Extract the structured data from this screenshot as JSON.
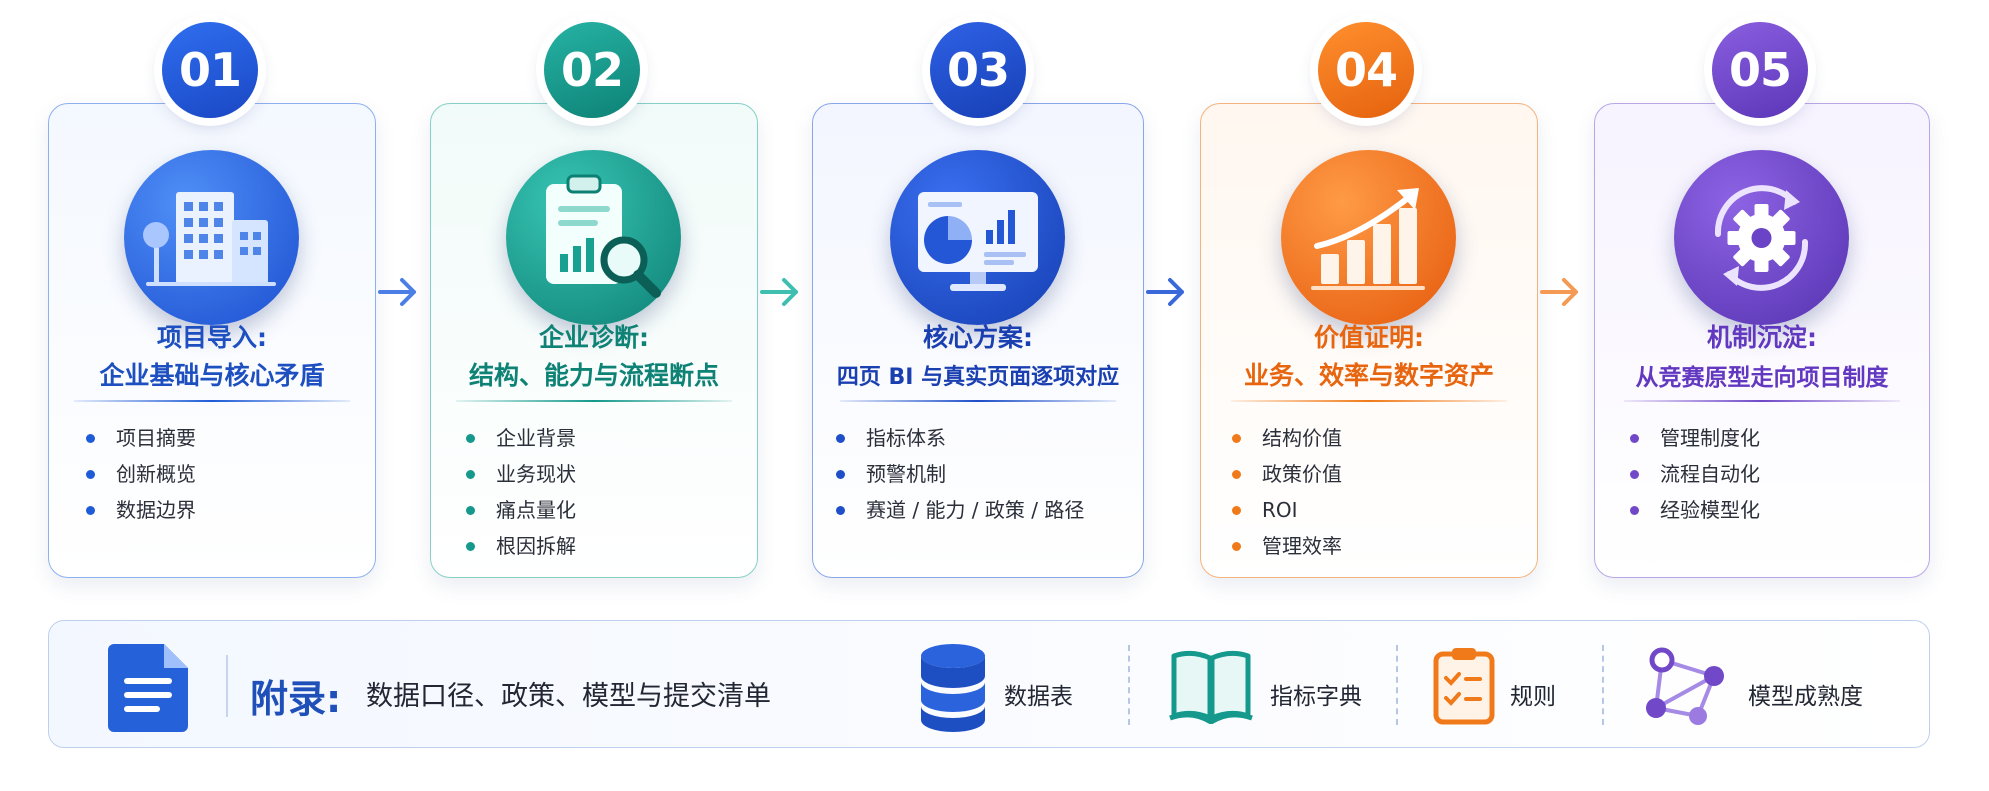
{
  "steps": [
    {
      "num": "01",
      "title_line1": "项目导入:",
      "title_line2": "企业基础与核心矛盾",
      "items": [
        "项目摘要",
        "创新概览",
        "数据边界"
      ],
      "color": "#1e5bd6"
    },
    {
      "num": "02",
      "title_line1": "企业诊断:",
      "title_line2": "结构、能力与流程断点",
      "items": [
        "企业背景",
        "业务现状",
        "痛点量化",
        "根因拆解"
      ],
      "color": "#14998c"
    },
    {
      "num": "03",
      "title_line1": "核心方案:",
      "title_line2": "四页 BI 与真实页面逐项对应",
      "items": [
        "指标体系",
        "预警机制",
        "赛道 / 能力 / 政策 / 路径"
      ],
      "color": "#1e4fc9"
    },
    {
      "num": "04",
      "title_line1": "价值证明:",
      "title_line2": "业务、效率与数字资产",
      "items": [
        "结构价值",
        "政策价值",
        "ROI",
        "管理效率"
      ],
      "color": "#f07a1a"
    },
    {
      "num": "05",
      "title_line1": "机制沉淀:",
      "title_line2": "从竞赛原型走向项目制度",
      "items": [
        "管理制度化",
        "流程自动化",
        "经验模型化"
      ],
      "color": "#7048c8"
    }
  ],
  "appendix": {
    "label": "附录:",
    "text": "数据口径、政策、模型与提交清单",
    "items": [
      "数据表",
      "指标字典",
      "规则",
      "模型成熟度"
    ]
  }
}
